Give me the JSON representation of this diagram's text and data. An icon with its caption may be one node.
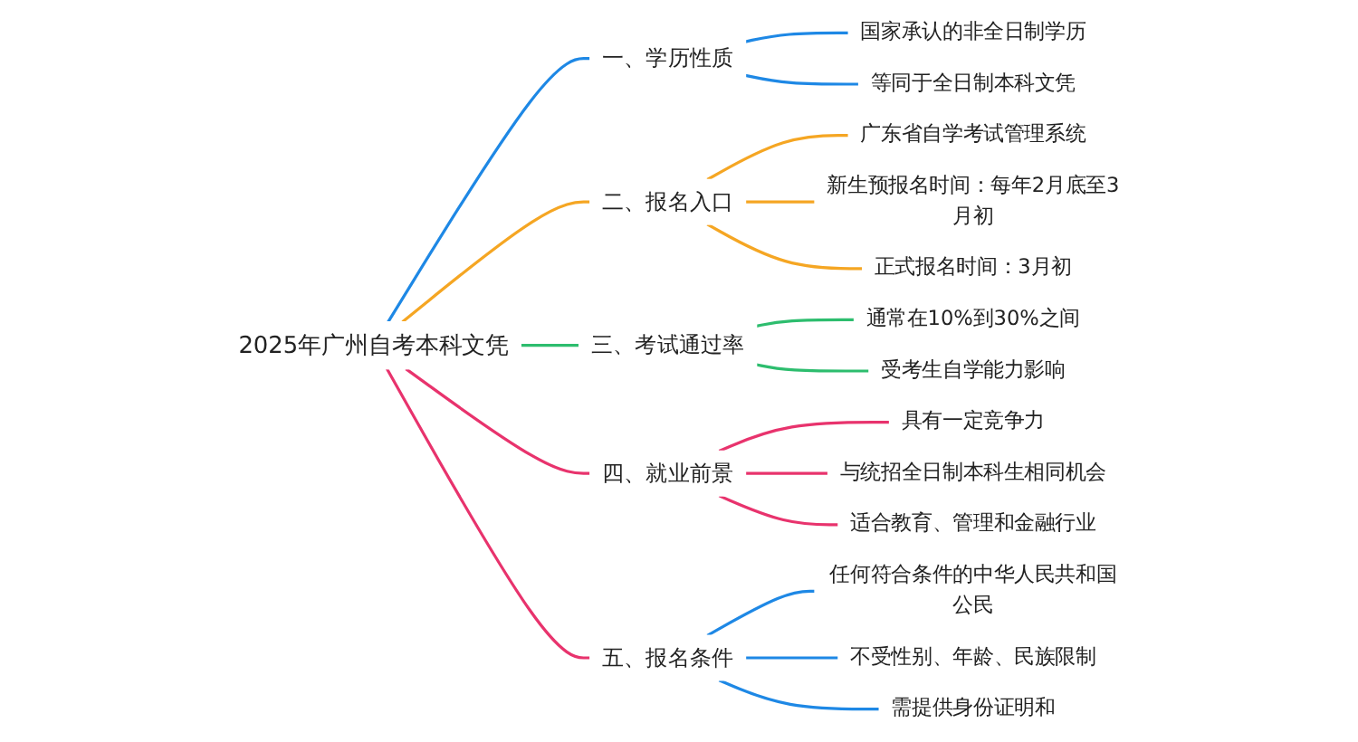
{
  "diagram": {
    "nodes": [
      {
        "text": [
          "2025年广州自考本科文凭"
        ]
      },
      {
        "text": [
          "一、学历性质"
        ]
      },
      {
        "text": [
          "国家承认的非全日制学历"
        ]
      },
      {
        "text": [
          "等同于全日制本科文凭"
        ]
      },
      {
        "text": [
          "二、报名入口"
        ]
      },
      {
        "text": [
          "广东省自学考试管理系统"
        ]
      },
      {
        "text": [
          "新生预报名时间：每年2月底至3月初"
        ]
      },
      {
        "text": [
          "正式报名时间：3月初"
        ]
      },
      {
        "text": [
          "三、考试通过率"
        ]
      },
      {
        "text": [
          "通常在10%到30%之间"
        ]
      },
      {
        "text": [
          "受考生自学能力影响"
        ]
      },
      {
        "text": [
          "四、就业前景"
        ]
      },
      {
        "text": [
          "具有一定竞争力"
        ]
      },
      {
        "text": [
          "与统招全日制本科生相同机会"
        ]
      },
      {
        "text": [
          "适合教育、管理和金融行业"
        ]
      },
      {
        "text": [
          "五、报名条件"
        ]
      },
      {
        "text": [
          "任何符合条件的中华人民共和国公民"
        ]
      },
      {
        "text": [
          "不受性别、年龄、民族限制"
        ]
      },
      {
        "text": [
          "需提供身份证明和"
        ]
      }
    ],
    "edges": [
      {
        "from": 0,
        "to": 1,
        "arrow": "none",
        "color": "#1e88e5"
      },
      {
        "from": 1,
        "to": 2,
        "arrow": "none",
        "color": "#1e88e5"
      },
      {
        "from": 1,
        "to": 3,
        "arrow": "none",
        "color": "#1e88e5"
      },
      {
        "from": 0,
        "to": 4,
        "arrow": "none",
        "color": "#f5a623"
      },
      {
        "from": 4,
        "to": 5,
        "arrow": "none",
        "color": "#f5a623"
      },
      {
        "from": 4,
        "to": 6,
        "arrow": "none",
        "color": "#f5a623"
      },
      {
        "from": 4,
        "to": 7,
        "arrow": "none",
        "color": "#f5a623"
      },
      {
        "from": 0,
        "to": 8,
        "arrow": "none",
        "color": "#2dbd6e"
      },
      {
        "from": 8,
        "to": 9,
        "arrow": "none",
        "color": "#2dbd6e"
      },
      {
        "from": 8,
        "to": 10,
        "arrow": "none",
        "color": "#2dbd6e"
      },
      {
        "from": 0,
        "to": 11,
        "arrow": "none",
        "color": "#e8336d"
      },
      {
        "from": 11,
        "to": 12,
        "arrow": "none",
        "color": "#e8336d"
      },
      {
        "from": 11,
        "to": 13,
        "arrow": "none",
        "color": "#e8336d"
      },
      {
        "from": 11,
        "to": 14,
        "arrow": "none",
        "color": "#e8336d"
      },
      {
        "from": 0,
        "to": 15,
        "arrow": "none",
        "color": "#e8336d"
      },
      {
        "from": 15,
        "to": 16,
        "arrow": "none",
        "color": "#1e88e5"
      },
      {
        "from": 15,
        "to": 17,
        "arrow": "none",
        "color": "#1e88e5"
      },
      {
        "from": 15,
        "to": 18,
        "arrow": "none",
        "color": "#1e88e5"
      }
    ]
  }
}
